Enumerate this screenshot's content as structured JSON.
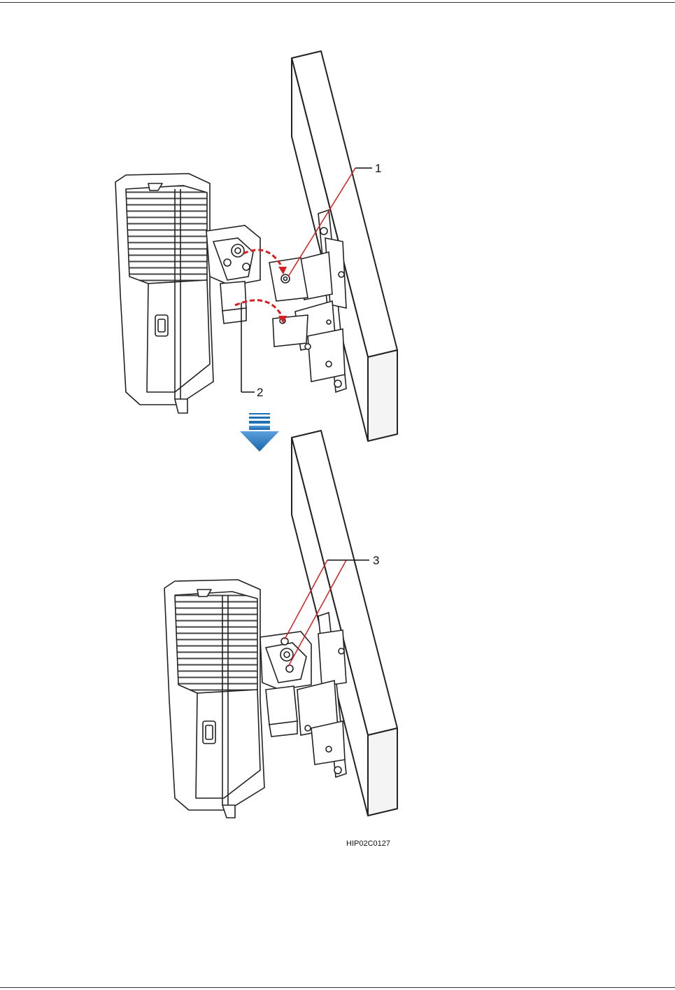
{
  "figure": {
    "callouts": {
      "c1": "1",
      "c2": "2",
      "c3": "3"
    },
    "figure_id": "HIP02C0127",
    "colors": {
      "callout_line": "#d81e1e",
      "arrow": "#1f6fb4",
      "outline": "#222222"
    }
  }
}
